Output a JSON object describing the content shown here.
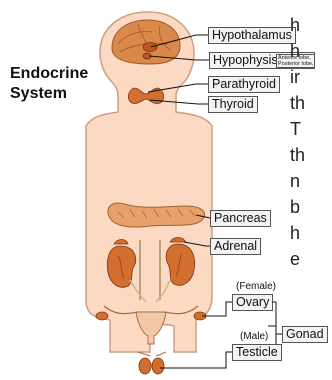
{
  "title": "Endocrine System",
  "title_lines": [
    "Endocrine",
    "System"
  ],
  "labels": {
    "hypothalamus": "Hypothalamus",
    "hypophysis": "Hypophysis",
    "hypophysis_lobes": [
      "Anterior lobe,",
      "Posterior lobe,"
    ],
    "parathyroid": "Parathyroid",
    "thyroid": "Thyroid",
    "pancreas": "Pancreas",
    "adrenal": "Adrenal",
    "female": "(Female)",
    "ovary": "Ovary",
    "male": "(Male)",
    "testicle": "Testicle",
    "gonad": "Gonad"
  },
  "side_text_fragments": [
    "h",
    "h",
    "ir",
    "th",
    "T",
    "th",
    "n",
    "b",
    "h",
    "e"
  ],
  "colors": {
    "body_fill": "#fbd9c2",
    "body_stroke": "#cc9f85",
    "brain": "#d9894a",
    "organ": "#d36f2e",
    "label_bg": "#f3f3f3",
    "label_border": "#555555"
  }
}
